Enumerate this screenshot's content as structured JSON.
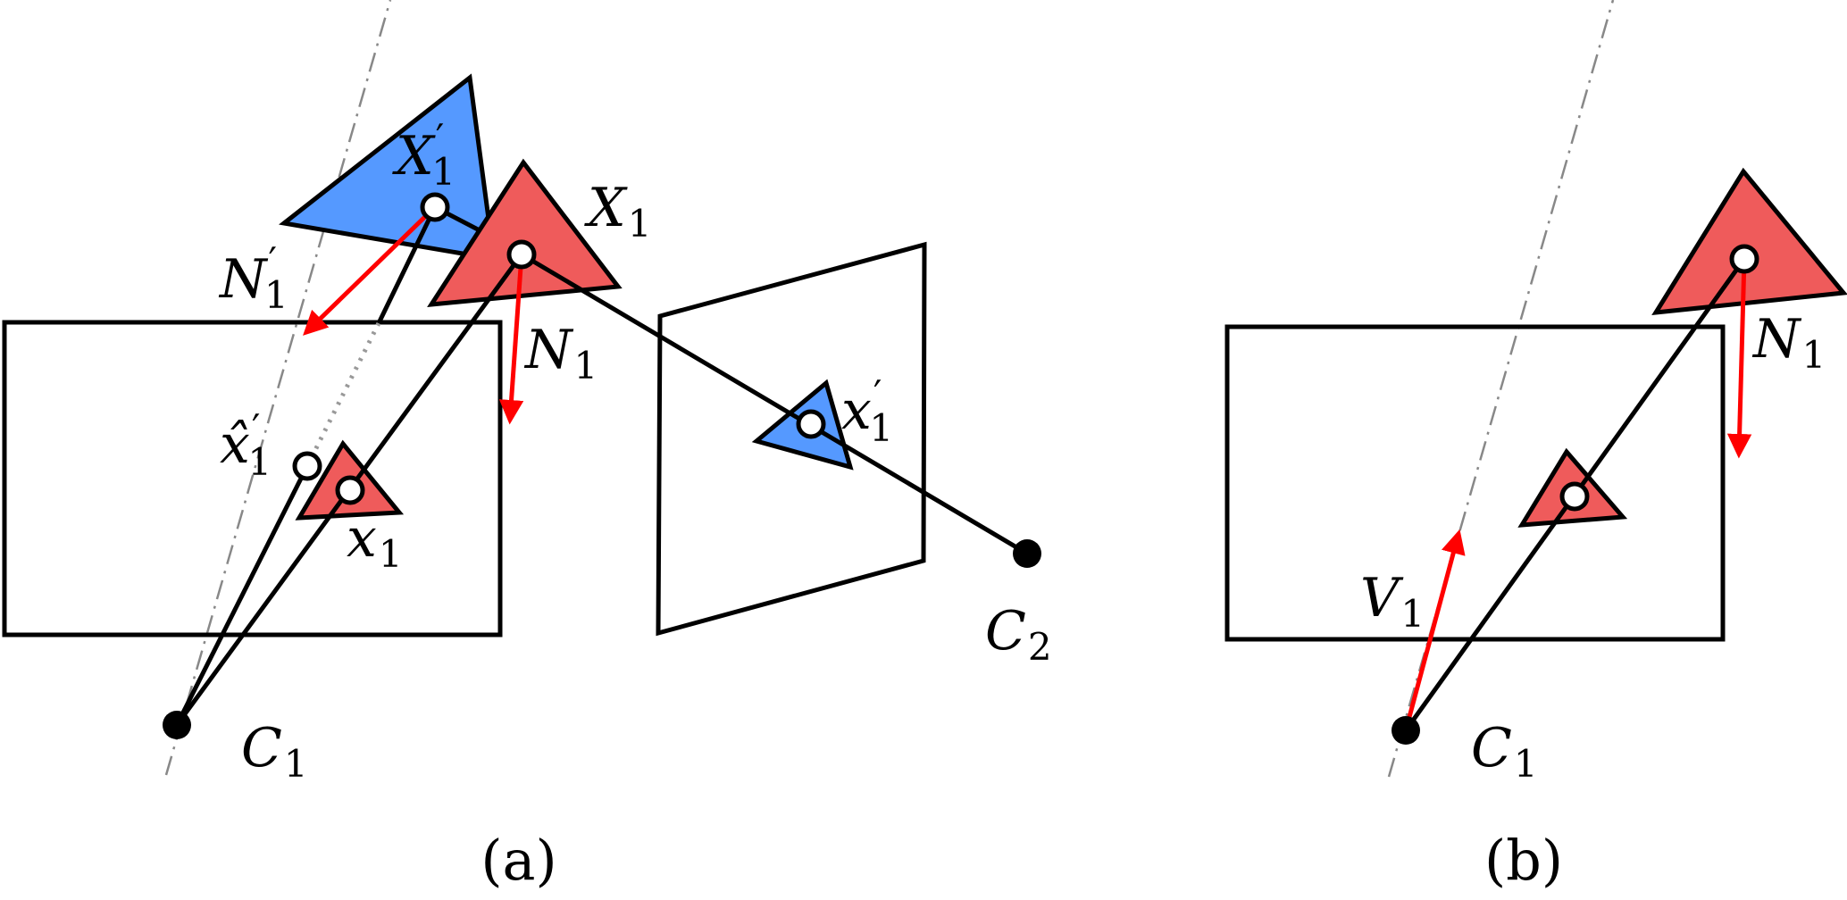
{
  "panel_a": {
    "caption": "(a)",
    "labels": {
      "X1p_base": "X",
      "X1p_sup": "′",
      "X1p_sub": "1",
      "X1_base": "X",
      "X1_sub": "1",
      "N1p_base": "N",
      "N1p_sup": "′",
      "N1p_sub": "1",
      "N1_base": "N",
      "N1_sub": "1",
      "x1hat_base": "x̂",
      "x1hat_sup": "′",
      "x1hat_sub": "1",
      "x1_base": "x",
      "x1_sub": "1",
      "x1p_base": "x",
      "x1p_sup": "′",
      "x1p_sub": "1",
      "C1_base": "C",
      "C1_sub": "1",
      "C2_base": "C",
      "C2_sub": "2"
    }
  },
  "panel_b": {
    "caption": "(b)",
    "labels": {
      "N1_base": "N",
      "N1_sub": "1",
      "V1_base": "V",
      "V1_sub": "1",
      "C1_base": "C",
      "C1_sub": "1"
    }
  },
  "colors": {
    "red_triangle": "#ef5b5b",
    "blue_triangle": "#5599ff",
    "arrow": "#ff0000",
    "line": "#000000",
    "axis": "#888888"
  }
}
